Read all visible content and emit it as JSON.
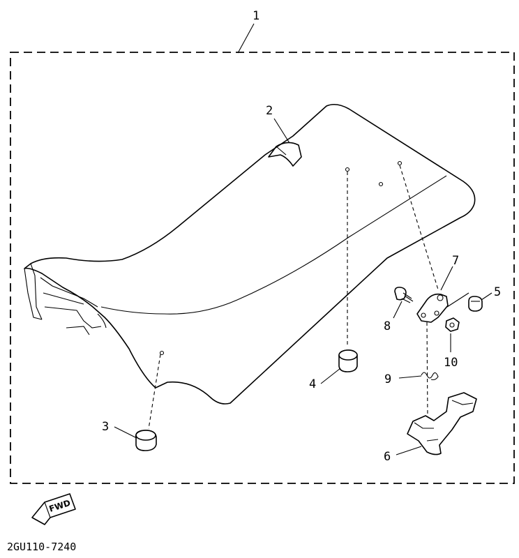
{
  "callouts": {
    "c1": "1",
    "c2": "2",
    "c3": "3",
    "c4": "4",
    "c5": "5",
    "c6": "6",
    "c7": "7",
    "c8": "8",
    "c9": "9",
    "c10": "10"
  },
  "fwd_marker": "FWD",
  "drawing_code": "2GU110-7240"
}
